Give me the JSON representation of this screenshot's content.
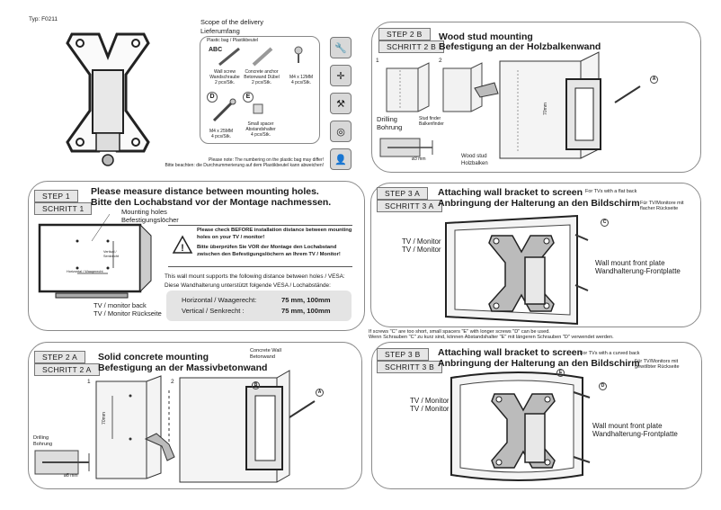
{
  "typ": "Typ: F0211",
  "scope": {
    "title_en": "Scope of the delivery",
    "title_de": "Lieferumfang",
    "bag_label": "Plastic bag / Plastikbeutel",
    "item_a": "ABC",
    "items": [
      {
        "name": "Wall screw",
        "de": "Wandschraube",
        "qty": "2 pcs/Stk."
      },
      {
        "name": "Concrete anchor",
        "de": "Betonwand Dübel",
        "qty": "2 pcs/Stk."
      },
      {
        "name": "M4 x 12MM",
        "de": "",
        "qty": "4 pcs/Stk."
      },
      {
        "name": "M4 x 25MM",
        "de": "",
        "qty": "4 pcs/Stk."
      },
      {
        "name": "Small spacer",
        "de": "Abstandshalter",
        "qty": "4 pcs/Stk."
      }
    ],
    "letter_d": "D",
    "letter_e": "E",
    "note_en": "Please note: The numbering on the plastic bag may differ!",
    "note_de": "Bitte beachten: die Durchnummerierung auf dem Plastikbeutel kann abweichen!"
  },
  "step1": {
    "tag_en": "STEP   1",
    "tag_de": "SCHRITT 1",
    "title_en": "Please measure distance between mounting holes.",
    "title_de": "Bitte den Lochabstand vor der Montage nachmessen.",
    "mounting_holes": "Mounting holes",
    "mounting_holes_de": "Befestigungslöcher",
    "vertical_lbl": "Vertical / Senkrecht",
    "horizontal_lbl": "Horizontal / Waagerecht",
    "tv_back": "TV / monitor back",
    "tv_back_de": "TV / Monitor Rückseite",
    "warn_en": "Please check BEFORE installation distance between mounting holes on your TV / monitor!",
    "warn_de": "Bitte überprüfen Sie VOR der Montage den Lochabstand zwischen den Befestigungslöchern an Ihrem TV / Monitor!",
    "support_en": "This wall mount supports the following distance between holes / VESA:",
    "support_de": "Diese Wandhalterung unterstützt folgende VESA / Lochabstände:",
    "horizontal": "Horizontal / Waagerecht:",
    "horizontal_val": "75 mm, 100mm",
    "vertical": "Vertical / Senkrecht :",
    "vertical_val": "75 mm, 100mm"
  },
  "step2a": {
    "tag_en": "STEP   2 A",
    "tag_de": "SCHRITT 2 A",
    "title_en": "Solid concrete mounting",
    "title_de": "Befestigung an der Massivbetonwand",
    "concrete_wall": "Concrete Wall",
    "concrete_wall_de": "Betonwand",
    "drilling": "Drilling",
    "drilling_de": "Bohrung",
    "dia": "ø8  mm",
    "dim": "70mm",
    "n1": "1",
    "n2": "2",
    "letter_a": "A"
  },
  "step2b": {
    "tag_en": "STEP   2 B",
    "tag_de": "SCHRITT 2 B",
    "title_en": "Wood stud mounting",
    "title_de": "Befestigung an der Holzbalkenwand",
    "drilling": "Drilling",
    "drilling_de": "Bohrung",
    "stud_finder": "Stud finder",
    "stud_finder_de": "Balkenfinder",
    "dia": "ø3 mm",
    "dim": "70mm",
    "wood_stud": "Wood stud",
    "wood_stud_de": "Holzbalken",
    "n1": "1",
    "n2": "2",
    "letter_a": "A"
  },
  "step3a": {
    "tag_en": "STEP   3 A",
    "tag_de": "SCHRITT 3 A",
    "title_en": "Attaching wall bracket to screen",
    "title_de": "Anbringung der Halterung an den Bildschirm",
    "flat_en": "For TVs with a flat back",
    "flat_de": "Für TV/Monitore mit flacher Rückseite",
    "tv_en": "TV / Monitor",
    "tv_de": "TV / Monitor",
    "plate_en": "Wall mount front plate",
    "plate_de": "Wandhalterung-Frontplatte",
    "letter_c": "C",
    "note_en": "If screws \"C\" are too short, small spacers \"E\" with longer screws \"D\" can be used.",
    "note_de": "Wenn Schrauben \"C\" zu kurz sind,  können Abstandshalter \"E\" mit längeren Schrauben \"D\" verwendet werden."
  },
  "step3b": {
    "tag_en": "STEP   3 B",
    "tag_de": "SCHRITT 3 B",
    "title_en": "Attaching wall bracket to screen",
    "title_de": "Anbringung der Halterung an den Bildschirm",
    "curved_en": "For TVs with a curved back",
    "curved_de": "Für TV/Monitors mit gewölbter Rückseite",
    "tv_en": "TV / Monitor",
    "tv_de": "TV / Monitor",
    "plate_en": "Wall mount front plate",
    "plate_de": "Wandhalterung-Frontplatte",
    "letter_d": "D",
    "letter_e": "E"
  }
}
